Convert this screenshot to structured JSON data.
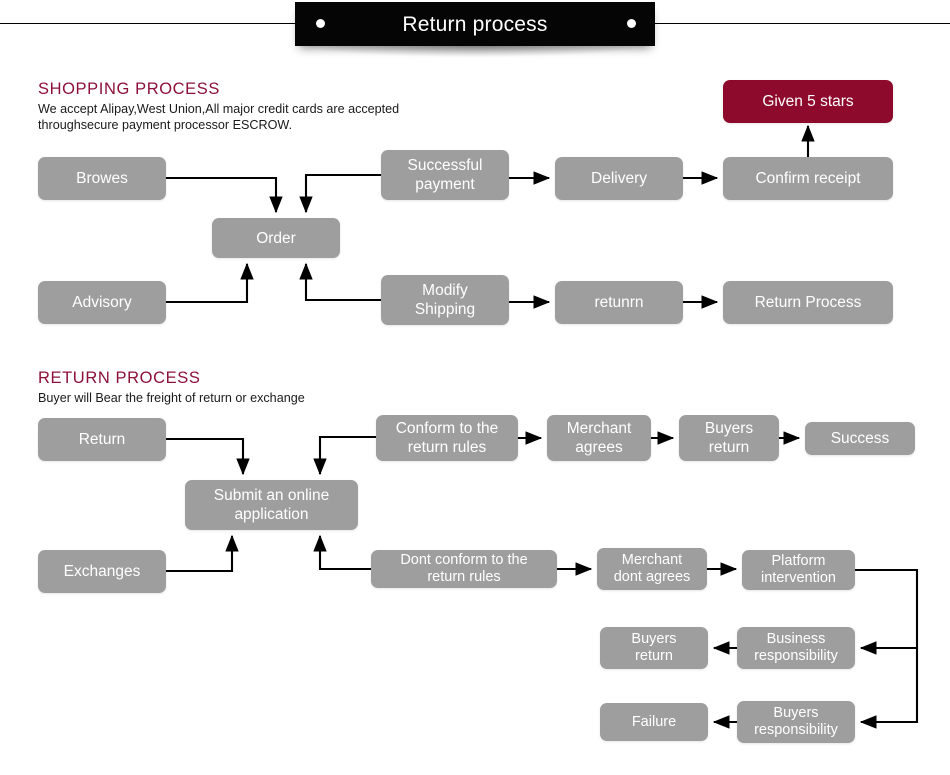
{
  "banner": {
    "title": "Return process",
    "dot_left": "bullet-dot",
    "dot_right": "bullet-dot"
  },
  "sections": [
    {
      "id": "shopping",
      "title": "SHOPPING PROCESS",
      "body": "We accept Alipay,West Union,All major credit cards are accepted\nthroughsecure payment processor ESCROW."
    },
    {
      "id": "return",
      "title": "RETURN PROCESS",
      "body": "Buyer will Bear the freight of return or exchange"
    }
  ],
  "colors": {
    "box": "#9e9e9e",
    "accent": "#8d0a2c",
    "heading": "#8d1038",
    "banner": "#050505",
    "text_on_box": "#ffffff",
    "line": "#000000"
  },
  "shopping_nodes": {
    "browes": "Browes",
    "order": "Order",
    "successful_payment": "Successful\npayment",
    "delivery": "Delivery",
    "confirm_receipt": "Confirm receipt",
    "given_5_stars": "Given 5 stars",
    "advisory": "Advisory",
    "modify_shipping": "Modify\nShipping",
    "returnn": "retunrn",
    "return_process": "Return Process"
  },
  "return_nodes": {
    "return": "Return",
    "submit_application": "Submit an online\napplication",
    "conform_rules": "Conform to the\nreturn rules",
    "merchant_agrees": "Merchant\nagrees",
    "buyers_return_top": "Buyers\nreturn",
    "success": "Success",
    "exchanges": "Exchanges",
    "dont_conform_rules": "Dont conform to the\nreturn rules",
    "merchant_dont_agrees": "Merchant\ndont agrees",
    "platform_intervention": "Platform\nintervention",
    "business_responsibility": "Business\nresponsibility",
    "buyers_return_mid": "Buyers\nreturn",
    "buyers_responsibility": "Buyers\nresponsibility",
    "failure": "Failure"
  }
}
